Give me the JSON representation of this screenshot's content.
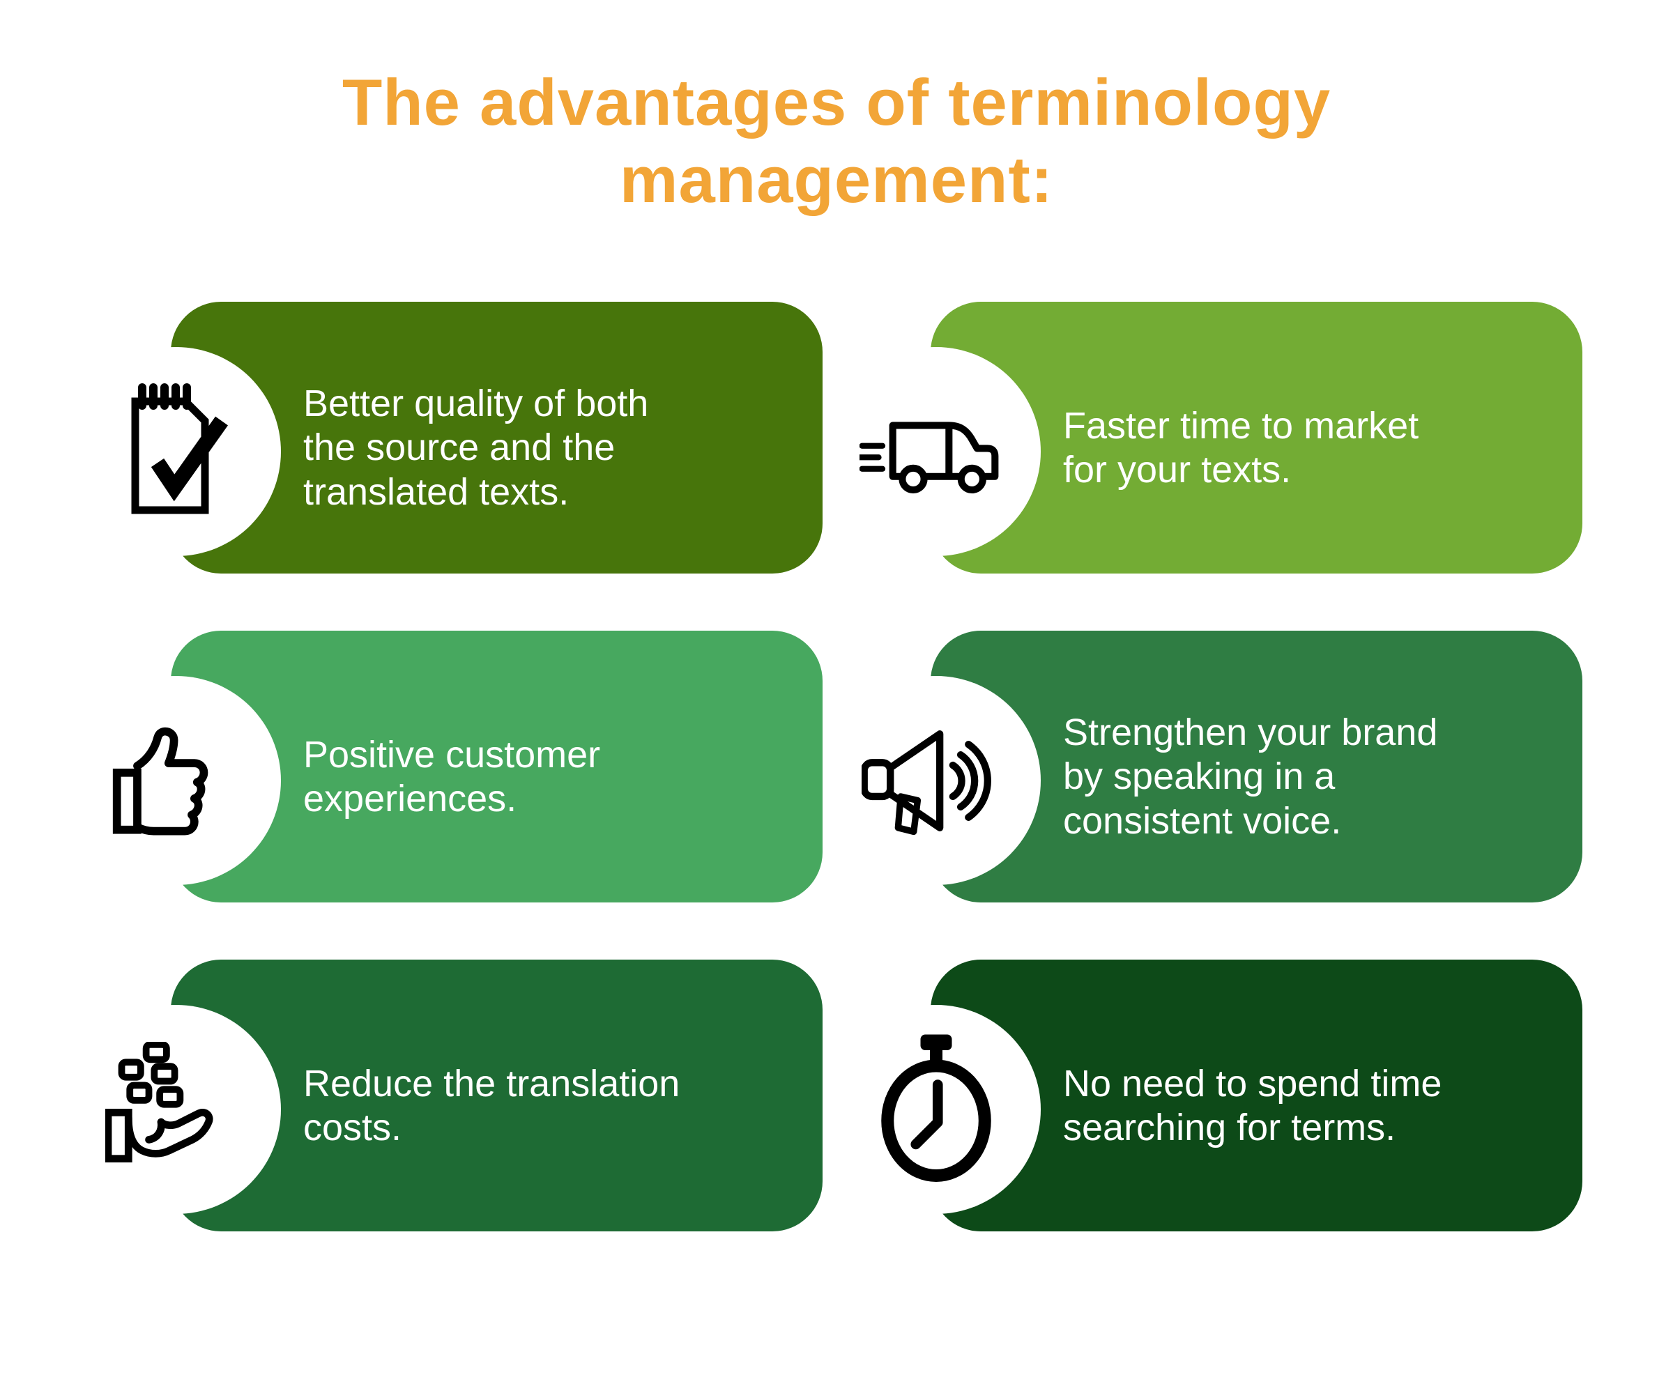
{
  "page": {
    "background": "#FFFFFF"
  },
  "title": {
    "line1": "The advantages of terminology",
    "line2": "management:",
    "color": "#F2A537"
  },
  "text_color": "#FFFFFF",
  "icon_color": "#000000",
  "cards": [
    {
      "name": "better-quality",
      "icon": "notepad-check-icon",
      "bg": "#47750B",
      "lines": [
        "Better quality of both",
        "the source and the",
        "translated texts."
      ]
    },
    {
      "name": "faster-time-to-market",
      "icon": "delivery-van-icon",
      "bg": "#73AC34",
      "lines": [
        "Faster time to market",
        "for your texts."
      ]
    },
    {
      "name": "positive-customer-experiences",
      "icon": "thumbs-up-icon",
      "bg": "#47A85F",
      "lines": [
        "Positive customer",
        "experiences."
      ]
    },
    {
      "name": "strengthen-brand",
      "icon": "megaphone-icon",
      "bg": "#2F7D43",
      "lines": [
        "Strengthen your brand",
        "by speaking in a",
        "consistent voice."
      ]
    },
    {
      "name": "reduce-translation-costs",
      "icon": "hand-receiving-money-icon",
      "bg": "#1E6B34",
      "lines": [
        "Reduce the translation",
        "costs."
      ]
    },
    {
      "name": "no-time-searching",
      "icon": "stopwatch-icon",
      "bg": "#0D4A18",
      "lines": [
        "No need to spend time",
        "searching for terms."
      ]
    }
  ]
}
